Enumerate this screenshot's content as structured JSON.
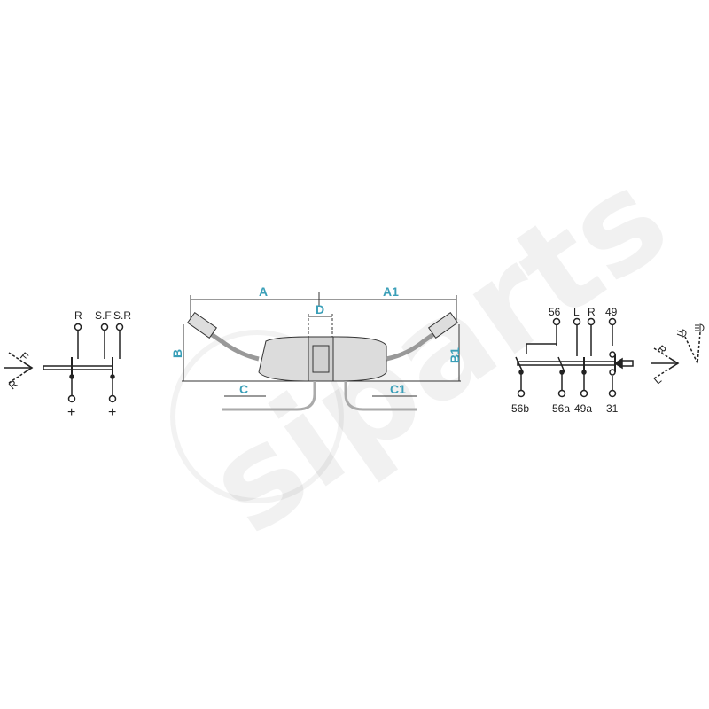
{
  "watermark": "siparts",
  "colors": {
    "dimension_label": "#3a9fb8",
    "line": "#222222",
    "body_fill": "#dcdcdc"
  },
  "left_schematic": {
    "top_terminals": [
      "R",
      "S.F",
      "S.R"
    ],
    "bottom_terminals": [
      "+",
      "+"
    ],
    "direction_labels": [
      "F",
      "R"
    ]
  },
  "center_drawing": {
    "dimensions": [
      "A",
      "A1",
      "B",
      "B1",
      "C",
      "C1",
      "D"
    ]
  },
  "right_schematic": {
    "top_terminals": [
      "56",
      "L",
      "R",
      "49"
    ],
    "bottom_terminals": [
      "56b",
      "56a",
      "49a",
      "31"
    ],
    "direction_labels": [
      "R",
      "L"
    ],
    "icons": [
      "low-beam-icon",
      "high-beam-icon"
    ]
  }
}
